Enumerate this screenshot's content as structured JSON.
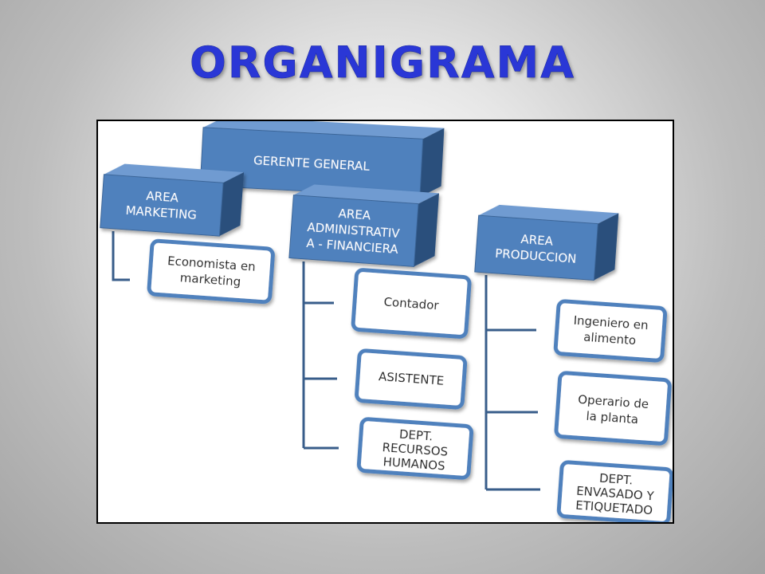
{
  "slide": {
    "title": "ORGANIGRAMA"
  },
  "colors": {
    "title": "#2a37d6",
    "box_fill": "#4f81bd",
    "box_side": "#2c4f7c",
    "card_border": "#4f81bd",
    "connector": "#385d8a"
  },
  "org": {
    "gerente_general": "GERENTE GENERAL",
    "area_marketing": [
      "AREA",
      "MARKETING"
    ],
    "area_administrativa": [
      "AREA",
      "ADMINISTRATIV",
      "A - FINANCIERA"
    ],
    "area_produccion": [
      "AREA",
      "PRODUCCION"
    ],
    "economista": [
      "Economista en",
      "marketing"
    ],
    "contador": "Contador",
    "asistente": "ASISTENTE",
    "dept_rrhh": [
      "DEPT.",
      "RECURSOS",
      "HUMANOS"
    ],
    "ingeniero": [
      "Ingeniero en",
      "alimento"
    ],
    "operario": [
      "Operario de",
      "la planta"
    ],
    "dept_envasado": [
      "DEPT.",
      "ENVASADO Y",
      "ETIQUETADO"
    ]
  }
}
